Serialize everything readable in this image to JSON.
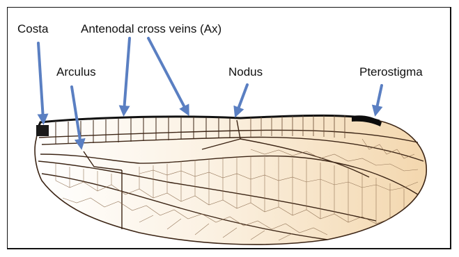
{
  "labels": {
    "costa": "Costa",
    "antenodal": "Antenodal cross veins (Ax)",
    "arculus": "Arculus",
    "nodus": "Nodus",
    "pterostigma": "Pterostigma"
  },
  "colors": {
    "arrow": "#5a7fc2",
    "wing_fill": "#f6e3c6",
    "vein": "#4a2f1c",
    "frame": "#111111"
  }
}
